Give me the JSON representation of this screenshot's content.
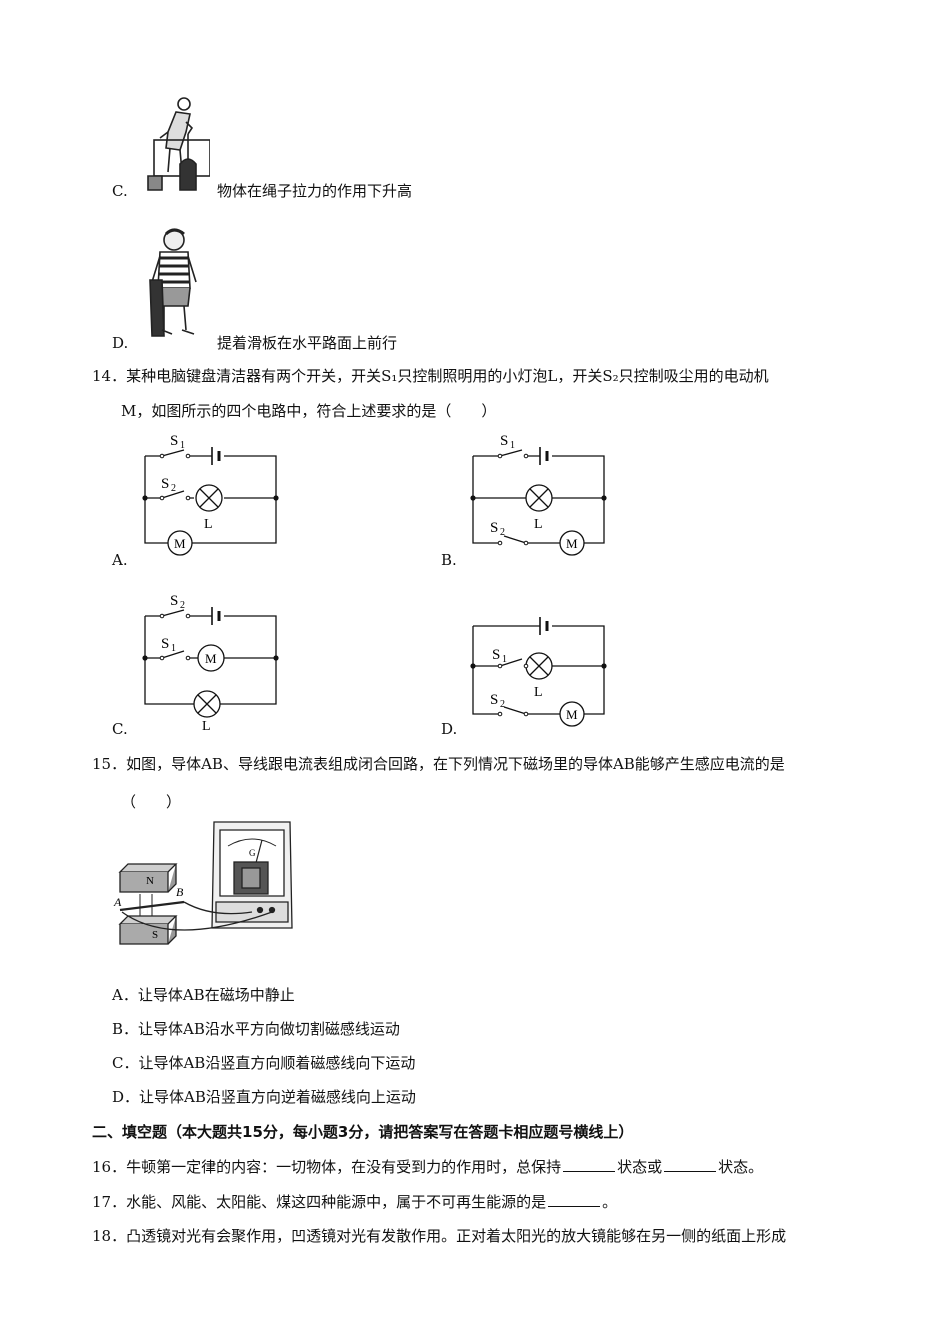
{
  "q13": {
    "option_c": {
      "letter": "C.",
      "text": "物体在绳子拉力的作用下升高"
    },
    "option_d": {
      "letter": "D.",
      "text": "提着滑板在水平路面上前行"
    }
  },
  "q14": {
    "stem_line1": "14．某种电脑键盘清洁器有两个开关，开关S₁只控制照明用的小灯泡L，开关S₂只控制吸尘用的电动机",
    "stem_line2": "M，如图所示的四个电路中，符合上述要求的是（　　）",
    "labels": {
      "a": "A.",
      "b": "B.",
      "c": "C.",
      "d": "D."
    },
    "symbols": {
      "s1": "S",
      "s1_sub": "1",
      "s2": "S",
      "s2_sub": "2",
      "lamp": "L",
      "motor": "M"
    }
  },
  "q15": {
    "stem_line1": "15．如图，导体AB、导线跟电流表组成闭合回路，在下列情况下磁场里的导体AB能够产生感应电流的是",
    "stem_line2": "（　　）",
    "figure_labels": {
      "n": "N",
      "s": "S",
      "a": "A",
      "b": "B",
      "g": "G"
    },
    "options": [
      "A．让导体AB在磁场中静止",
      "B．让导体AB沿水平方向做切割磁感线运动",
      "C．让导体AB沿竖直方向顺着磁感线向下运动",
      "D．让导体AB沿竖直方向逆着磁感线向上运动"
    ]
  },
  "section2": {
    "heading": "二、填空题（本大题共15分，每小题3分，请把答案写在答题卡相应题号横线上）"
  },
  "q16": {
    "part1": "16．牛顿第一定律的内容：一切物体，在没有受到力的作用时，总保持",
    "part2": "状态或",
    "part3": "状态。"
  },
  "q17": {
    "part1": "17．水能、风能、太阳能、煤这四种能源中，属于不可再生能源的是",
    "part2": "。"
  },
  "q18": {
    "text": "18．凸透镜对光有会聚作用，凹透镜对光有发散作用。正对着太阳光的放大镜能够在另一侧的纸面上形成"
  }
}
